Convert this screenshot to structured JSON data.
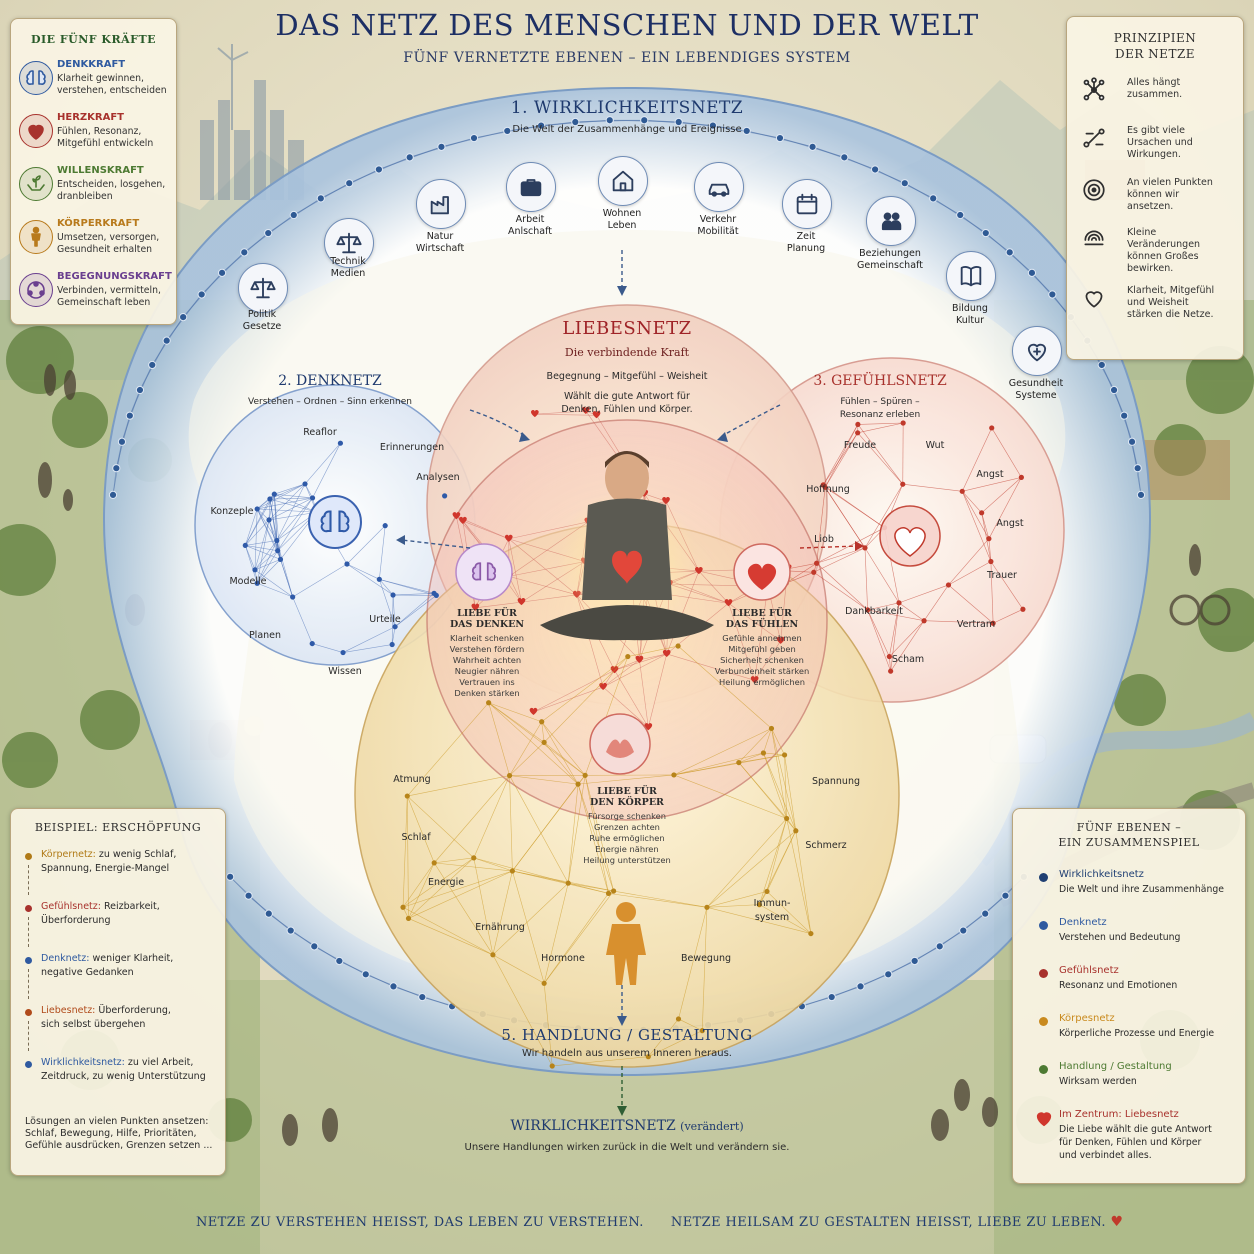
{
  "header": {
    "title": "DAS NETZ DES MENSCHEN UND DER WELT",
    "subtitle": "FÜNF VERNETZTE EBENEN – EIN LEBENDIGES SYSTEM"
  },
  "left_panel": {
    "title": "DIE FÜNF KRÄFTE",
    "items": [
      {
        "name": "DENKKRAFT",
        "desc": "Klarheit gewinnen, verstehen, entscheiden",
        "color": "#2f5aa0",
        "icon": "brain-icon"
      },
      {
        "name": "HERZKRAFT",
        "desc": "Fühlen, Resonanz, Mitgefühl entwickeln",
        "color": "#a8322d",
        "icon": "heart-icon"
      },
      {
        "name": "WILLENSKRAFT",
        "desc": "Entscheiden, losgehen, dranbleiben",
        "color": "#4d7a32",
        "icon": "hands-plant-icon"
      },
      {
        "name": "KÖRPERKRAFT",
        "desc": "Umsetzen, versorgen, Gesundheit erhalten",
        "color": "#b87a1c",
        "icon": "body-icon"
      },
      {
        "name": "BEGEGNUNGSKRAFT",
        "desc": "Verbinden, vermitteln, Gemeinschaft leben",
        "color": "#6a3f8f",
        "icon": "people-circle-icon"
      }
    ]
  },
  "right_panel": {
    "title_line1": "PRINZIPIEN",
    "title_line2": "DER NETZE",
    "items": [
      {
        "text": "Alles hängt zusammen.",
        "icon": "network-icon"
      },
      {
        "text": "Es gibt viele Ursachen und Wirkungen.",
        "icon": "causes-icon"
      },
      {
        "text": "An vielen Punkten können wir ansetzen.",
        "icon": "target-icon"
      },
      {
        "text": "Kleine Veränderungen können Großes bewirken.",
        "icon": "ripple-icon"
      },
      {
        "text": "Klarheit, Mitgefühl und Weisheit stärken die Netze.",
        "icon": "heart-outline-icon"
      }
    ]
  },
  "reality_net": {
    "title": "1. WIRKLICHKEITSNETZ",
    "subtitle": "Die Welt der Zusammenhänge und Ereignisse",
    "nodes": [
      {
        "line1": "Politik",
        "line2": "Gesetze",
        "icon": "scales-icon"
      },
      {
        "line1": "Technik",
        "line2": "Medien",
        "icon": "scales-icon"
      },
      {
        "line1": "Natur",
        "line2": "Wirtschaft",
        "icon": "factory-icon"
      },
      {
        "line1": "Arbeit",
        "line2": "Anlschaft",
        "icon": "briefcase-icon"
      },
      {
        "line1": "Wohnen",
        "line2": "Leben",
        "icon": "house-icon"
      },
      {
        "line1": "Verkehr",
        "line2": "Mobilität",
        "icon": "car-icon"
      },
      {
        "line1": "Zeit",
        "line2": "Planung",
        "icon": "calendar-icon"
      },
      {
        "line1": "Beziehungen",
        "line2": "Gemeinschaft",
        "icon": "people-icon"
      },
      {
        "line1": "Bildung",
        "line2": "Kultur",
        "icon": "book-icon"
      },
      {
        "line1": "Gesundheit",
        "line2": "Systeme",
        "icon": "health-heart-icon"
      }
    ]
  },
  "love_net": {
    "title": "LIEBESNETZ",
    "subtitle": "Die verbindende Kraft",
    "line1": "Begegnung – Mitgefühl – Weisheit",
    "line2": "Wählt die gute Antwort für",
    "line3": "Denken, Fühlen und Körper."
  },
  "think_net": {
    "title": "2. DENKNETZ",
    "subtitle": "Verstehen – Ordnen – Sinn erkennen",
    "nodes": [
      "Reaflor",
      "Erinnerungen",
      "Analysen",
      "Konzeple",
      "Modelle",
      "Planen",
      "Urteile",
      "Wissen"
    ]
  },
  "feel_net": {
    "title": "3. GEFÜHLSNETZ",
    "subtitle1": "Fühlen – Spüren –",
    "subtitle2": "Resonanz erleben",
    "nodes": [
      "Freude",
      "Wut",
      "Angst",
      "Hoffnung",
      "Angst",
      "Liob",
      "Trauer",
      "Dankbarkeit",
      "Vertram",
      "Scham"
    ]
  },
  "body_net": {
    "nodes": [
      "Atmung",
      "Spannung",
      "Schlaf",
      "Schmerz",
      "Energie",
      "Immun-",
      "system",
      "Ernährung",
      "Hormone",
      "Bewegung"
    ]
  },
  "love_think": {
    "title1": "LIEBE FÜR",
    "title2": "DAS DENKEN",
    "lines": [
      "Klarheit schenken",
      "Verstehen fördern",
      "Wahrheit achten",
      "Neugier nähren",
      "Vertrauen ins",
      "Denken stärken"
    ]
  },
  "love_feel": {
    "title1": "LIEBE FÜR",
    "title2": "DAS FÜHLEN",
    "lines": [
      "Gefühle annehmen",
      "Mitgefühl geben",
      "Sicherheit schenken",
      "Verbundenheit stärken",
      "Heilung ermöglichen"
    ]
  },
  "love_body": {
    "title1": "LIEBE FÜR",
    "title2": "DEN KÖRPER",
    "lines": [
      "Fürsorge schenken",
      "Grenzen achten",
      "Ruhe ermöglichen",
      "Energie nähren",
      "Heilung unterstützen"
    ]
  },
  "action": {
    "title": "5. HANDLUNG / GESTALTUNG",
    "subtitle": "Wir handeln aus unserem Inneren heraus."
  },
  "reality_changed": {
    "title": "WIRKLICHKEITSNETZ",
    "title_suffix": "(verändert)",
    "subtitle": "Unsere Handlungen wirken zurück in die Welt und verändern sie."
  },
  "example_panel": {
    "title": "BEISPIEL: ERSCHÖPFUNG",
    "items": [
      {
        "label": "Körpernetz:",
        "text1": "zu wenig Schlaf,",
        "text2": "Spannung, Energie-Mangel",
        "color": "#b07a16"
      },
      {
        "label": "Gefühlsnetz:",
        "text1": "Reizbarkeit,",
        "text2": "Überforderung",
        "color": "#a8322d"
      },
      {
        "label": "Denknetz:",
        "text1": "weniger Klarheit,",
        "text2": "negative Gedanken",
        "color": "#2f5aa0"
      },
      {
        "label": "Liebesnetz:",
        "text1": "Überforderung,",
        "text2": "sich selbst übergehen",
        "color": "#b04a1a"
      },
      {
        "label": "Wirklichkeitsnetz:",
        "text1": "zu viel Arbeit,",
        "text2": "Zeitdruck, zu wenig Unterstützung",
        "color": "#2f5aa0"
      }
    ],
    "footer": [
      "Lösungen an vielen Punkten ansetzen:",
      "Schlaf, Bewegung, Hilfe, Prioritäten,",
      "Gefühle ausdrücken, Grenzen setzen ..."
    ]
  },
  "levels_panel": {
    "title_line1": "FÜNF EBENEN –",
    "title_line2": "EIN ZUSAMMENSPIEL",
    "items": [
      {
        "name": "Wirklichkeitsnetz",
        "desc": "Die Welt und ihre Zusammenhänge",
        "color": "#1f3f73"
      },
      {
        "name": "Denknetz",
        "desc": "Verstehen und Bedeutung",
        "color": "#2f5aa0"
      },
      {
        "name": "Gefühlsnetz",
        "desc": "Resonanz und Emotionen",
        "color": "#a8322d"
      },
      {
        "name": "Körpesnetz",
        "desc": "Körperliche Prozesse und Energie",
        "color": "#c98a1e"
      },
      {
        "name": "Handlung / Gestaltung",
        "desc": "Wirksam werden",
        "color": "#4d7a32"
      }
    ],
    "center_title": "Im Zentrum: Liebesnetz",
    "center_desc": [
      "Die Liebe wählt die gute Antwort",
      "für Denken, Fühlen und Körper",
      "und verbindet alles."
    ]
  },
  "footer": {
    "text1": "NETZE ZU VERSTEHEN HEISST, DAS LEBEN ZU VERSTEHEN.",
    "text2": "NETZE HEILSAM ZU GESTALTEN HEISST, LIEBE ZU LEBEN."
  },
  "colors": {
    "navy": "#1f3a6e",
    "think_blue": "#3a62b0",
    "feel_red": "#c0392b",
    "body_gold": "#c9961e",
    "love_red": "#a3262a",
    "action_green": "#3f6d2e"
  }
}
